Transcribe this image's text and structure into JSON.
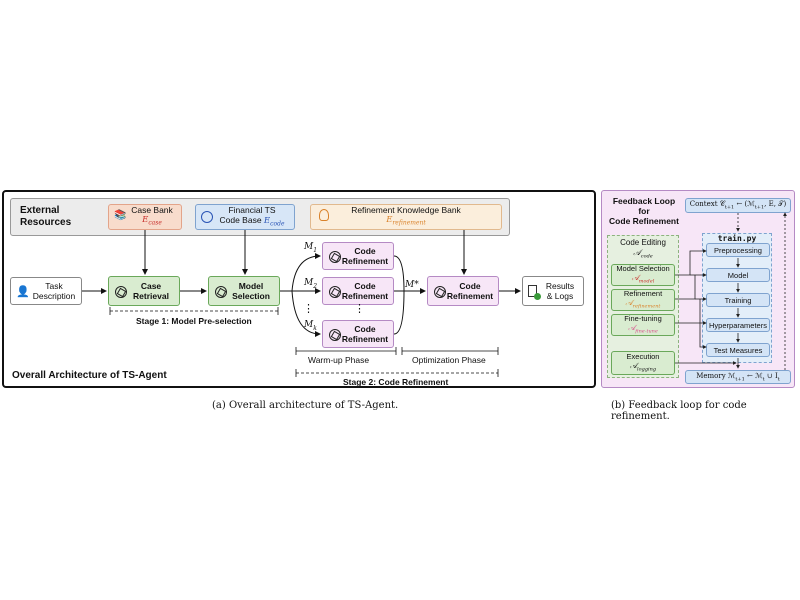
{
  "panel_a": {
    "title": "Overall Architecture of TS-Agent",
    "external_resources": "External\nResources",
    "case_bank": {
      "label": "Case Bank",
      "symbol": "E",
      "sub": "case"
    },
    "code_base": {
      "label1": "Financial TS",
      "label2": "Code Base",
      "symbol": "E",
      "sub": "code"
    },
    "knowledge_bank": {
      "label": "Refinement Knowledge Bank",
      "symbol": "E",
      "sub": "refinement"
    },
    "task": {
      "line1": "Task",
      "line2": "Description"
    },
    "case_retrieval": {
      "line1": "Case",
      "line2": "Retrieval"
    },
    "model_selection": {
      "line1": "Model",
      "line2": "Selection"
    },
    "code_refinement": {
      "line1": "Code",
      "line2": "Refinement"
    },
    "m1": "M",
    "m1_sub": "1",
    "m2": "M",
    "m2_sub": "2",
    "mk": "M",
    "mk_sub": "k",
    "mstar": "M*",
    "dots": "⋮",
    "results": {
      "line1": "Results",
      "line2": "& Logs"
    },
    "stage1": "Stage 1: Model Pre-selection",
    "warmup": "Warm-up Phase",
    "optimization": "Optimization Phase",
    "stage2": "Stage 2: Code Refinement"
  },
  "panel_b": {
    "title1": "Feedback Loop for",
    "title2": "Code Refinement",
    "context": "Context 𝒞",
    "context_sub": "t+1",
    "context_rest": " ← (ℳ",
    "context_sub2": "t+1",
    "context_end": ", E, 𝒯)",
    "code_editing": "Code Editing",
    "code_editing_sym": "𝒜",
    "code_editing_sub": "code",
    "train_py": "train.py",
    "agents": [
      {
        "label": "Model Selection",
        "sym": "𝒜",
        "sub": "model",
        "color": "#c8312d"
      },
      {
        "label": "Refinement",
        "sym": "𝒜",
        "sub": "refinement",
        "color": "#d9822b"
      },
      {
        "label": "Fine-tuning",
        "sym": "𝒜",
        "sub": "fine-tune",
        "color": "#d94a8a"
      }
    ],
    "execution": "Execution",
    "execution_sym": "𝒜",
    "execution_sub": "logging",
    "steps": [
      "Preprocessing",
      "Model",
      "Training",
      "Hyperparameters",
      "Test Measures"
    ],
    "memory": "Memory ℳ",
    "memory_sub": "t+1",
    "memory_rest": " ← ℳ",
    "memory_sub2": "t",
    "memory_end": " ∪ I",
    "memory_sub3": "t"
  },
  "captions": {
    "a": "(a)  Overall architecture of TS-Agent.",
    "b": "(b)  Feedback loop for code refinement."
  },
  "colors": {
    "case_bank": "#f8dccc",
    "code_base": "#d7e6f7",
    "knowledge_bank": "#fbeedc",
    "stage_green": "#d9ecd0",
    "refinement_pink": "#f7e6f7"
  }
}
